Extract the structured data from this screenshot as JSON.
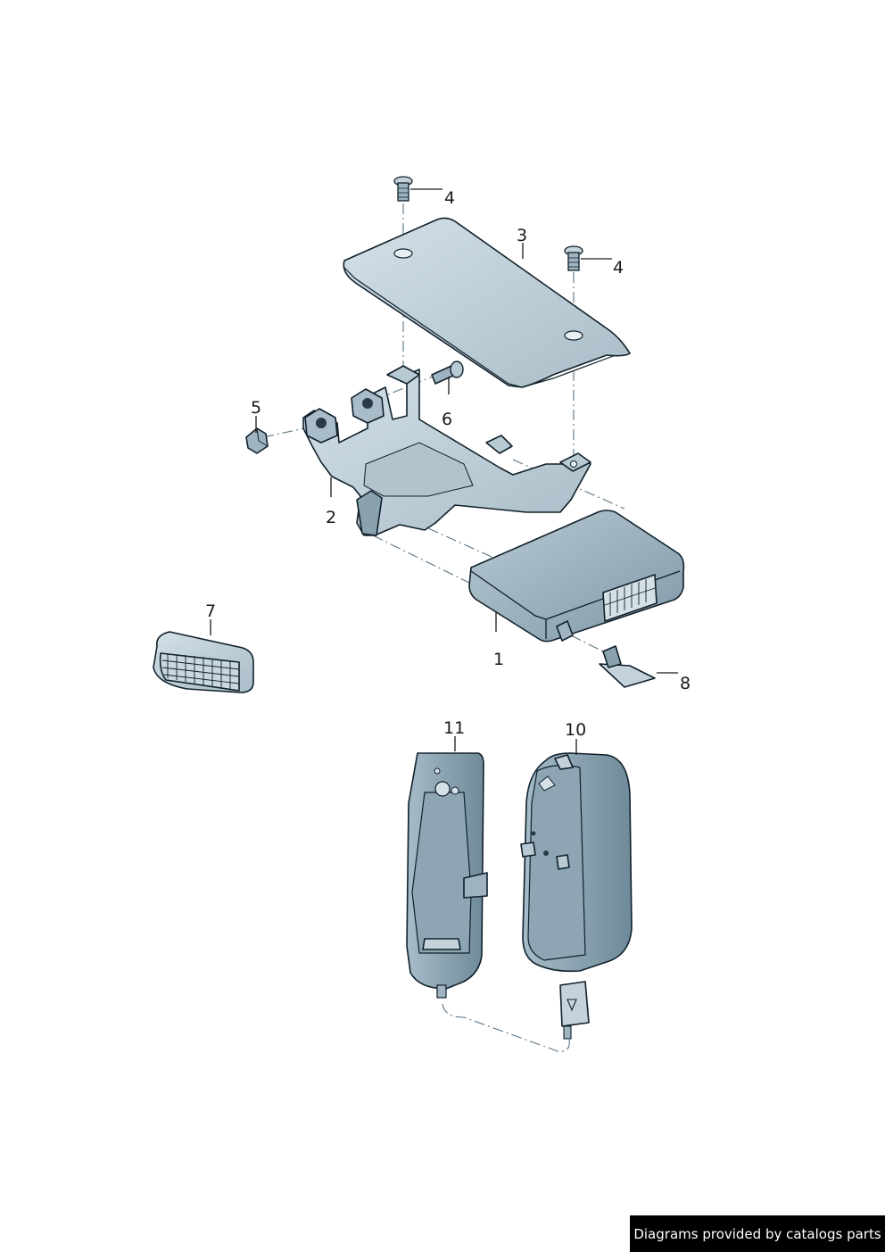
{
  "callouts": {
    "c1": "1",
    "c2": "2",
    "c3": "3",
    "c4a": "4",
    "c4b": "4",
    "c5": "5",
    "c6": "6",
    "c7": "7",
    "c8": "8",
    "c10": "10",
    "c11": "11"
  },
  "credit": "Diagrams provided by catalogs parts",
  "colors": {
    "part_fill_light": "#c4d3db",
    "part_fill_mid": "#9fb4c0",
    "part_fill_dark": "#7c95a3",
    "outline": "#10202b",
    "background": "#ffffff"
  }
}
